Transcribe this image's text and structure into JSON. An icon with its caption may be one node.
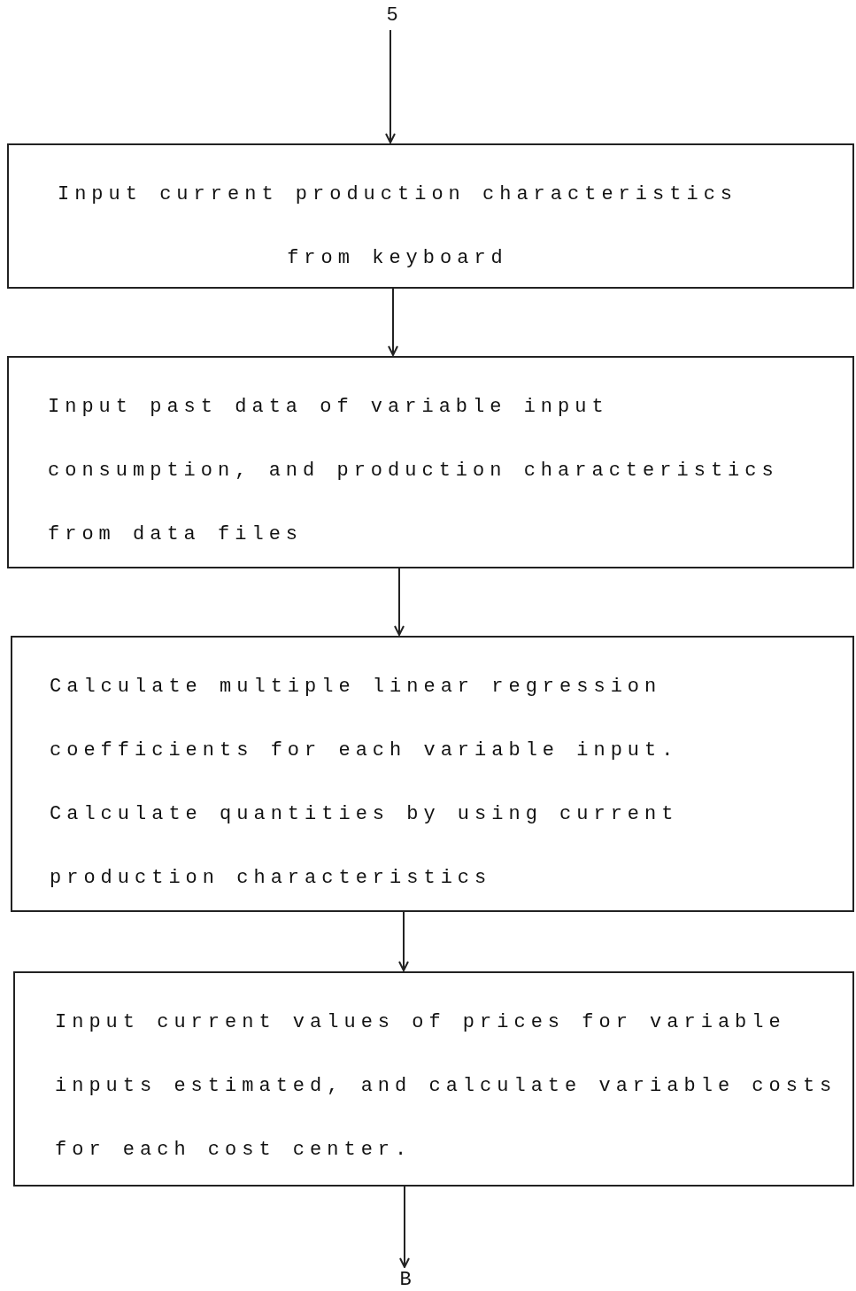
{
  "diagram": {
    "nodes": [
      {
        "text": [
          "5"
        ]
      },
      {
        "text": [
          "Input current production characteristics from keyboard"
        ]
      },
      {
        "text": [
          "Input past data of variable input consumption, and production characteristics from data files"
        ]
      },
      {
        "text": [
          "Calculate multiple linear regression coefficients for each variable input.",
          "Calculate quantities by using current production characteristics"
        ]
      },
      {
        "text": [
          "Input current values of prices for variable inputs estimated, and calculate variable costs for each cost center."
        ]
      },
      {
        "text": [
          "B"
        ]
      }
    ],
    "edges": [
      {
        "from": 0,
        "to": 1,
        "arrow": "to"
      },
      {
        "from": 1,
        "to": 2,
        "arrow": "to"
      },
      {
        "from": 2,
        "to": 3,
        "arrow": "to"
      },
      {
        "from": 3,
        "to": 4,
        "arrow": "to"
      },
      {
        "from": 4,
        "to": 5,
        "arrow": "to"
      }
    ]
  }
}
